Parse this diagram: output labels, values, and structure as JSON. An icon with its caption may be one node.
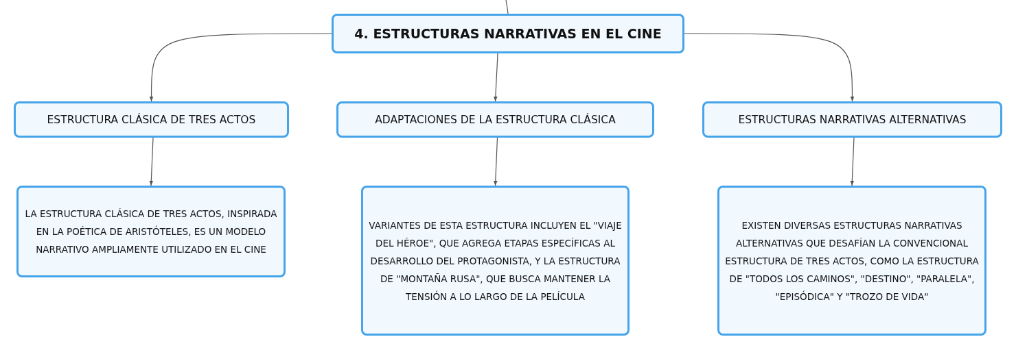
{
  "diagram": {
    "nodes": [
      {
        "text": [
          "4. ESTRUCTURAS NARRATIVAS EN EL CINE"
        ]
      },
      {
        "text": [
          "ESTRUCTURA CLÁSICA DE TRES ACTOS"
        ]
      },
      {
        "text": [
          "ADAPTACIONES DE LA ESTRUCTURA CLÁSICA"
        ]
      },
      {
        "text": [
          "ESTRUCTURAS NARRATIVAS ALTERNATIVAS"
        ]
      },
      {
        "text": [
          "LA ESTRUCTURA CLÁSICA DE TRES ACTOS, INSPIRADA EN LA POÉTICA DE ARISTÓTELES, ES UN MODELO NARRATIVO AMPLIAMENTE UTILIZADO EN EL CINE"
        ]
      },
      {
        "text": [
          "VARIANTES DE ESTA ESTRUCTURA INCLUYEN EL \"VIAJE DEL HÉROE\", QUE AGREGA ETAPAS ESPECÍFICAS AL DESARROLLO DEL PROTAGONISTA, Y LA ESTRUCTURA DE \"MONTAÑA RUSA\", QUE BUSCA MANTENER LA TENSIÓN A LO LARGO DE LA PELÍCULA"
        ]
      },
      {
        "text": [
          "EXISTEN DIVERSAS ESTRUCTURAS NARRATIVAS ALTERNATIVAS QUE DESAFÍAN LA CONVENCIONAL ESTRUCTURA DE TRES ACTOS, COMO LA ESTRUCTURA DE \"TODOS LOS CAMINOS\", \"DESTINO\", \"PARALELA\", \"EPISÓDICA\" Y \"TROZO DE VIDA\""
        ]
      }
    ],
    "edges": [
      {
        "from": null,
        "to": 0,
        "arrow": "none"
      },
      {
        "from": 0,
        "to": 1,
        "arrow": "to"
      },
      {
        "from": 0,
        "to": 2,
        "arrow": "to"
      },
      {
        "from": 0,
        "to": 3,
        "arrow": "to"
      },
      {
        "from": 1,
        "to": 4,
        "arrow": "to"
      },
      {
        "from": 2,
        "to": 5,
        "arrow": "to"
      },
      {
        "from": 3,
        "to": 6,
        "arrow": "to"
      }
    ]
  }
}
